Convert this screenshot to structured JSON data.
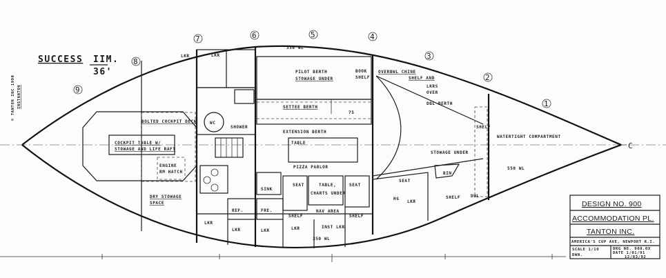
{
  "title": {
    "name": "SUCCESS",
    "size_top": "IIM.",
    "size_bottom": "36'"
  },
  "copyright": {
    "line1": "© TANTON INC 1990",
    "line2": "INSTANTON"
  },
  "stations": [
    "1",
    "2",
    "3",
    "4",
    "5",
    "6",
    "7",
    "8",
    "9"
  ],
  "centerline_label": "C",
  "labels": {
    "wl350_top": "350 WL",
    "pilot_berth": "PILOT BERTH",
    "stowage_under_1": "STOWAGE UNDER",
    "book": "BOOK",
    "book_shelf": "SHELF",
    "overbwl_chine": "OVERBWL CHINE",
    "shelf_and": "SHELF AND",
    "lkrs": "LKRS",
    "over": "OVER",
    "dbl_berth": "DBL BERTH",
    "settee_berth": "SETTEE BERTH",
    "dim_75": "75",
    "extension_berth": "EXTENSION BERTH",
    "table": "TABLE",
    "watertight": "WATERTIGHT COMPARTMENT",
    "shelf_fwd": "SHELF",
    "stowage_under_2": "STOWAGE UNDER",
    "wl550": "550 WL",
    "bin": "BIN",
    "shelf_port_fwd": "SHELF",
    "dwl": "DWL",
    "seat_fwd": "SEAT",
    "hg": "HG",
    "lkr_fwd": "LKR",
    "pizza_parlor": "PIZZA PARLOR",
    "seat_1": "SEAT",
    "table_charts": "TABLE,",
    "charts_under": "CHARTS UNDER",
    "seat_2": "SEAT",
    "nav_area": "NAV AREA",
    "shelf_1": "SHELF",
    "shelf_2": "SHELF",
    "sink": "SINK",
    "ref": "REF.",
    "fre": "FRE.",
    "lkr_1": "LKR",
    "lkr_2": "LKR",
    "lkr_3": "LKR",
    "lkr_4": "LKR",
    "inst_lkr": "INST LKR",
    "wl350_bottom": "350 WL",
    "lkr_top_1": "LKR",
    "lkr_top_2": "LKR",
    "wc": "WC",
    "shower": "SHOWER",
    "bolted_deck": "BOLTED COCKPIT DECK",
    "cockpit_table": "COCKPIT TABLE W/",
    "stowage_liferaft": "STOWAGE AND LIFE RAFT",
    "engine": "ENGINE",
    "rm_hatch": "RM HATCH",
    "dry_stowage": "DRY STOWAGE",
    "space": "SPACE"
  },
  "title_block": {
    "design_no": "DESIGN NO. 900",
    "drawing": "ACCOMMODATION PL.",
    "firm": "TANTON INC.",
    "address": "AMERICA'S CUP AVE, NEWPORT R.I.",
    "scale": "SCALE 1/10",
    "dwn": "DWN.",
    "drg_no": "DRG NO. 900.0X",
    "date1": "DATE 1/01/91",
    "date2": "12/03/92"
  }
}
